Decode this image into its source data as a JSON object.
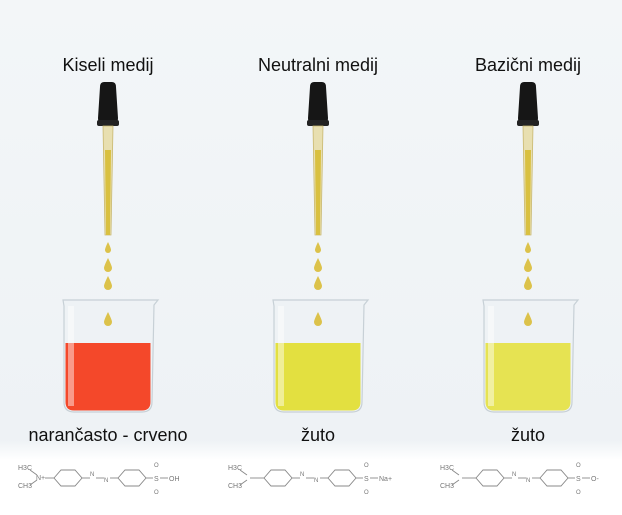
{
  "stations": [
    {
      "medium": "Kiseli medij",
      "result": "narančasto - crveno",
      "solution_color": "#f4482a",
      "formula": "N(CH3)2 · azo · SO3H"
    },
    {
      "medium": "Neutralni medij",
      "result": "žuto",
      "solution_color": "#e3e040",
      "formula": "N(CH3)2 · azo · SO3Na"
    },
    {
      "medium": "Bazični medij",
      "result": "žuto",
      "solution_color": "#e6e352",
      "formula": "N(CH3)2 · azo · SO3-"
    }
  ],
  "formula_labels": {
    "acid": {
      "h3c_top": "H3C",
      "h3c_bottom": "CH3",
      "n_plus": "N+",
      "n1": "N",
      "n2": "N",
      "sulfonyl": "S",
      "o_top": "O",
      "o_bottom": "O",
      "end": "OH"
    },
    "neutral": {
      "h3c_top": "H3C",
      "h3c_bottom": "CH3",
      "n1": "N",
      "n2": "N",
      "sulfonyl": "S",
      "o_top": "O",
      "o_bottom": "O",
      "end": "Na+"
    },
    "basic": {
      "h3c_top": "H3C",
      "h3c_bottom": "CH3",
      "n1": "N",
      "n2": "N",
      "sulfonyl": "S",
      "o_top": "O",
      "o_bottom": "O",
      "end": "O-"
    }
  },
  "colors": {
    "indicator": "#d9c040",
    "dropper_bulb": "#161616",
    "glass": "#e9eef2",
    "acid": "#f4482a",
    "neutral": "#e3e040",
    "basic": "#e6e352"
  },
  "icons": [
    "dropper-icon",
    "drop-icon",
    "beaker-icon",
    "structural-formula-icon"
  ]
}
